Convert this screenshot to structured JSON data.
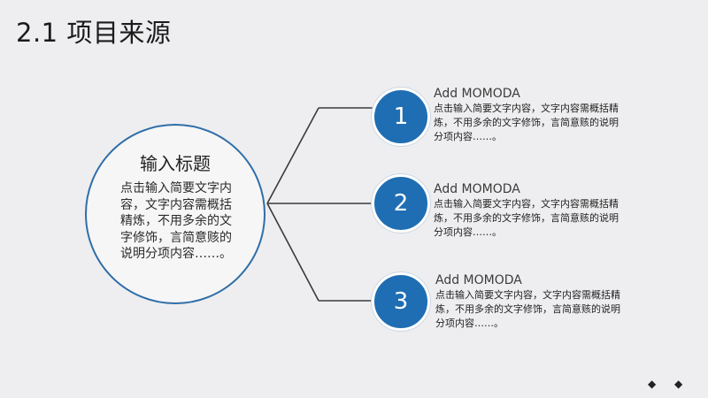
{
  "title": "2.1 项目来源",
  "main": {
    "title": "输入标题",
    "body": "点击输入简要文字内容，文字内容需概括精炼，不用多余的文字修饰，言简意赅的说明分项内容……。"
  },
  "items": [
    {
      "number": "1",
      "heading": "Add MOMODA",
      "body": "点击输入简要文字内容，文字内容需概括精炼，不用多余的文字修饰，言简意赅的说明分项内容……。"
    },
    {
      "number": "2",
      "heading": "Add MOMODA",
      "body": "点击输入简要文字内容，文字内容需概括精炼，不用多余的文字修饰，言简意赅的说明分项内容……。"
    },
    {
      "number": "3",
      "heading": "Add MOMODA",
      "body": "点击输入简要文字内容，文字内容需概括精炼，不用多余的文字修饰，言简意赅的说明分项内容……。"
    }
  ],
  "nav": {
    "prev_icon": "arrow-left-icon",
    "next_icon": "arrow-right-icon",
    "prev_glyph": "◆",
    "next_glyph": "◆"
  },
  "colors": {
    "accent": "#1f6eb3",
    "circle_border": "#2f6ea8",
    "background": "#eeeef0"
  }
}
